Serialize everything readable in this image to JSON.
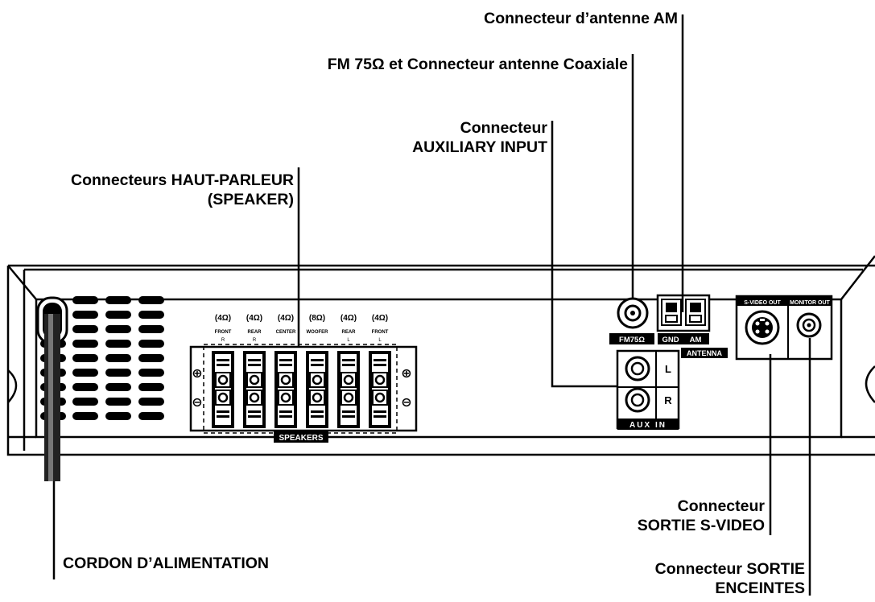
{
  "callouts": {
    "am_antenna": "Connecteur d’antenne AM",
    "fm_antenna": "FM 75Ω et Connecteur antenne Coaxiale",
    "aux_line1": "Connecteur",
    "aux_line2": "AUXILIARY INPUT",
    "speakers_line1": "Connecteurs HAUT-PARLEUR",
    "speakers_line2": "(SPEAKER)",
    "svideo_line1": "Connecteur",
    "svideo_line2": "SORTIE S-VIDEO",
    "monitor_line1": "Connecteur SORTIE",
    "monitor_line2": "ENCEINTES",
    "power_cord": "CORDON D’ALIMENTATION"
  },
  "panel": {
    "speaker_impedances": [
      "(4Ω)",
      "(4Ω)",
      "(4Ω)",
      "(8Ω)",
      "(4Ω)",
      "(4Ω)"
    ],
    "speaker_channels": [
      "FRONT",
      "REAR",
      "CENTER",
      "WOOFER",
      "REAR",
      "FRONT"
    ],
    "speaker_sides": [
      "R",
      "R",
      "",
      "",
      "L",
      "L"
    ],
    "speakers_label": "SPEAKERS",
    "fm_label": "FM75Ω",
    "gnd_label": "GND",
    "am_label": "AM",
    "antenna_label": "ANTENNA",
    "aux_label": "AUX IN",
    "aux_left": "L",
    "aux_right": "R",
    "svideo_label": "S-VIDEO OUT",
    "monitor_label": "MONITOR OUT",
    "plus": "⊕",
    "minus": "⊖"
  }
}
